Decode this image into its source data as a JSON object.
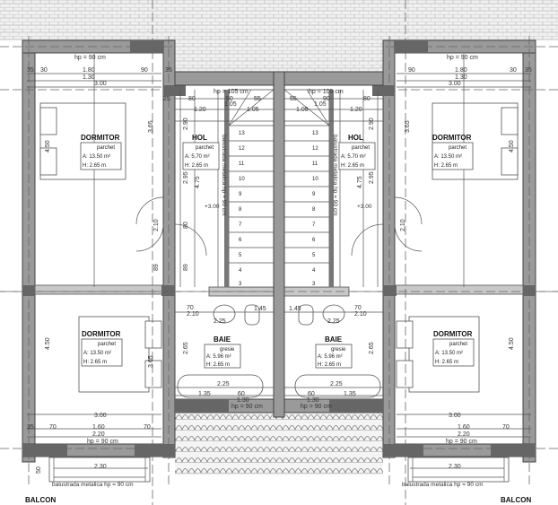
{
  "rooms": {
    "dormitor_tl": {
      "name": "DORMITOR",
      "finish": "parchet",
      "area": "A:  13.50 m²",
      "height": "H:   2.65 m"
    },
    "hol_l": {
      "name": "HOL",
      "finish": "parchet",
      "area": "A:  5.70 m²",
      "height": "H:  2.65 m"
    },
    "baie_l": {
      "name": "BAIE",
      "finish": "gresie",
      "area": "A:  5.96 m²",
      "height": "H:  2.65 m"
    },
    "dormitor_bl": {
      "name": "DORMITOR",
      "finish": "parchet",
      "area": "A:  13.50 m²",
      "height": "H:   2.65 m"
    },
    "dormitor_tr": {
      "name": "DORMITOR",
      "finish": "parchet",
      "area": "A:  13.50 m²",
      "height": "H:   2.65 m"
    },
    "hol_r": {
      "name": "HOL",
      "finish": "parchet",
      "area": "A:  5.70 m²",
      "height": "H:  2.65 m"
    },
    "baie_r": {
      "name": "BAIE",
      "finish": "gresie",
      "area": "A:  5.96 m²",
      "height": "H:  2.65 m"
    },
    "dormitor_br": {
      "name": "DORMITOR",
      "finish": "parchet",
      "area": "A:  13.50 m²",
      "height": "H:   2.65 m"
    }
  },
  "balcony": {
    "label": "BALCON",
    "railing": "balustrada metalica hp = 90 cm"
  },
  "stairs": {
    "railing": "balustrada metalica hp = 90 cm",
    "level": "+3.00",
    "steps": [
      "13",
      "12",
      "11",
      "10",
      "9",
      "8",
      "7",
      "6",
      "5",
      "4",
      "3"
    ]
  },
  "dims": {
    "hp90": "hp = 90 cm",
    "hp105": "hp = 105 cm",
    "d35": "35",
    "d30": "30",
    "d180": "1.80",
    "d130": "1.30",
    "d90": "90",
    "d300": "3.00",
    "d25": "25",
    "d80": "80",
    "d55": "55",
    "d120": "1.20",
    "d105": "1.05",
    "d290": "2.90",
    "d365": "3.65",
    "d450": "4.50",
    "d475": "4.75",
    "d295": "2.95",
    "d210": "2.10",
    "d89": "89",
    "d70": "70",
    "d225": "2.25",
    "d145": "1.45",
    "d265": "2.65",
    "d135": "1.35",
    "d60": "60",
    "d160": "1.60",
    "d220": "2.20",
    "d230": "2.30",
    "d50": "50"
  }
}
